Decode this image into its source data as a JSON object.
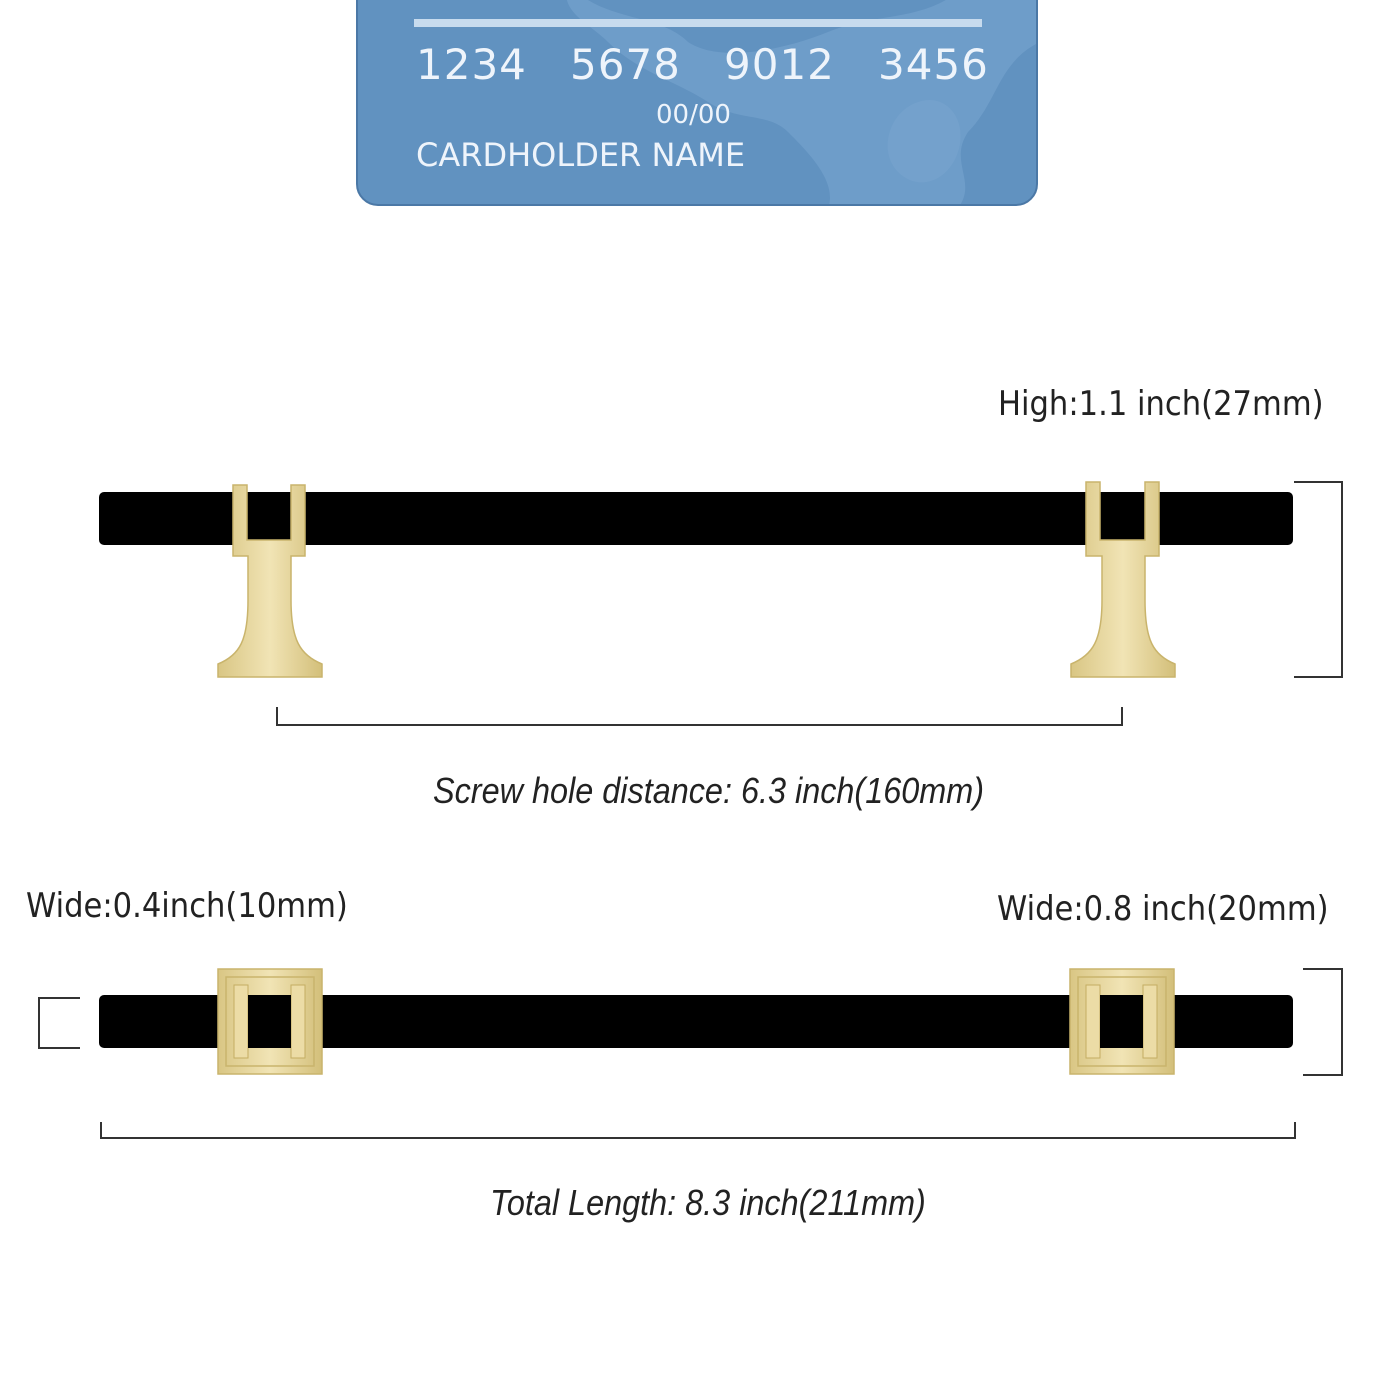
{
  "card": {
    "numbers": [
      "1234",
      "5678",
      "9012",
      "3456"
    ],
    "expiry": "00/00",
    "cardholder": "CARDHOLDER NAME",
    "color": "#6192c0"
  },
  "dimensions": {
    "height": "High:1.1 inch(27mm)",
    "screw_hole_distance": "Screw hole distance: 6.3  inch(160mm)",
    "bar_width": "Wide:0.4inch(10mm)",
    "base_width": "Wide:0.8 inch(20mm)",
    "total_length": "Total Length: 8.3 inch(211mm)"
  },
  "colors": {
    "bar": "#000000",
    "gold": "#e8d7a0"
  }
}
